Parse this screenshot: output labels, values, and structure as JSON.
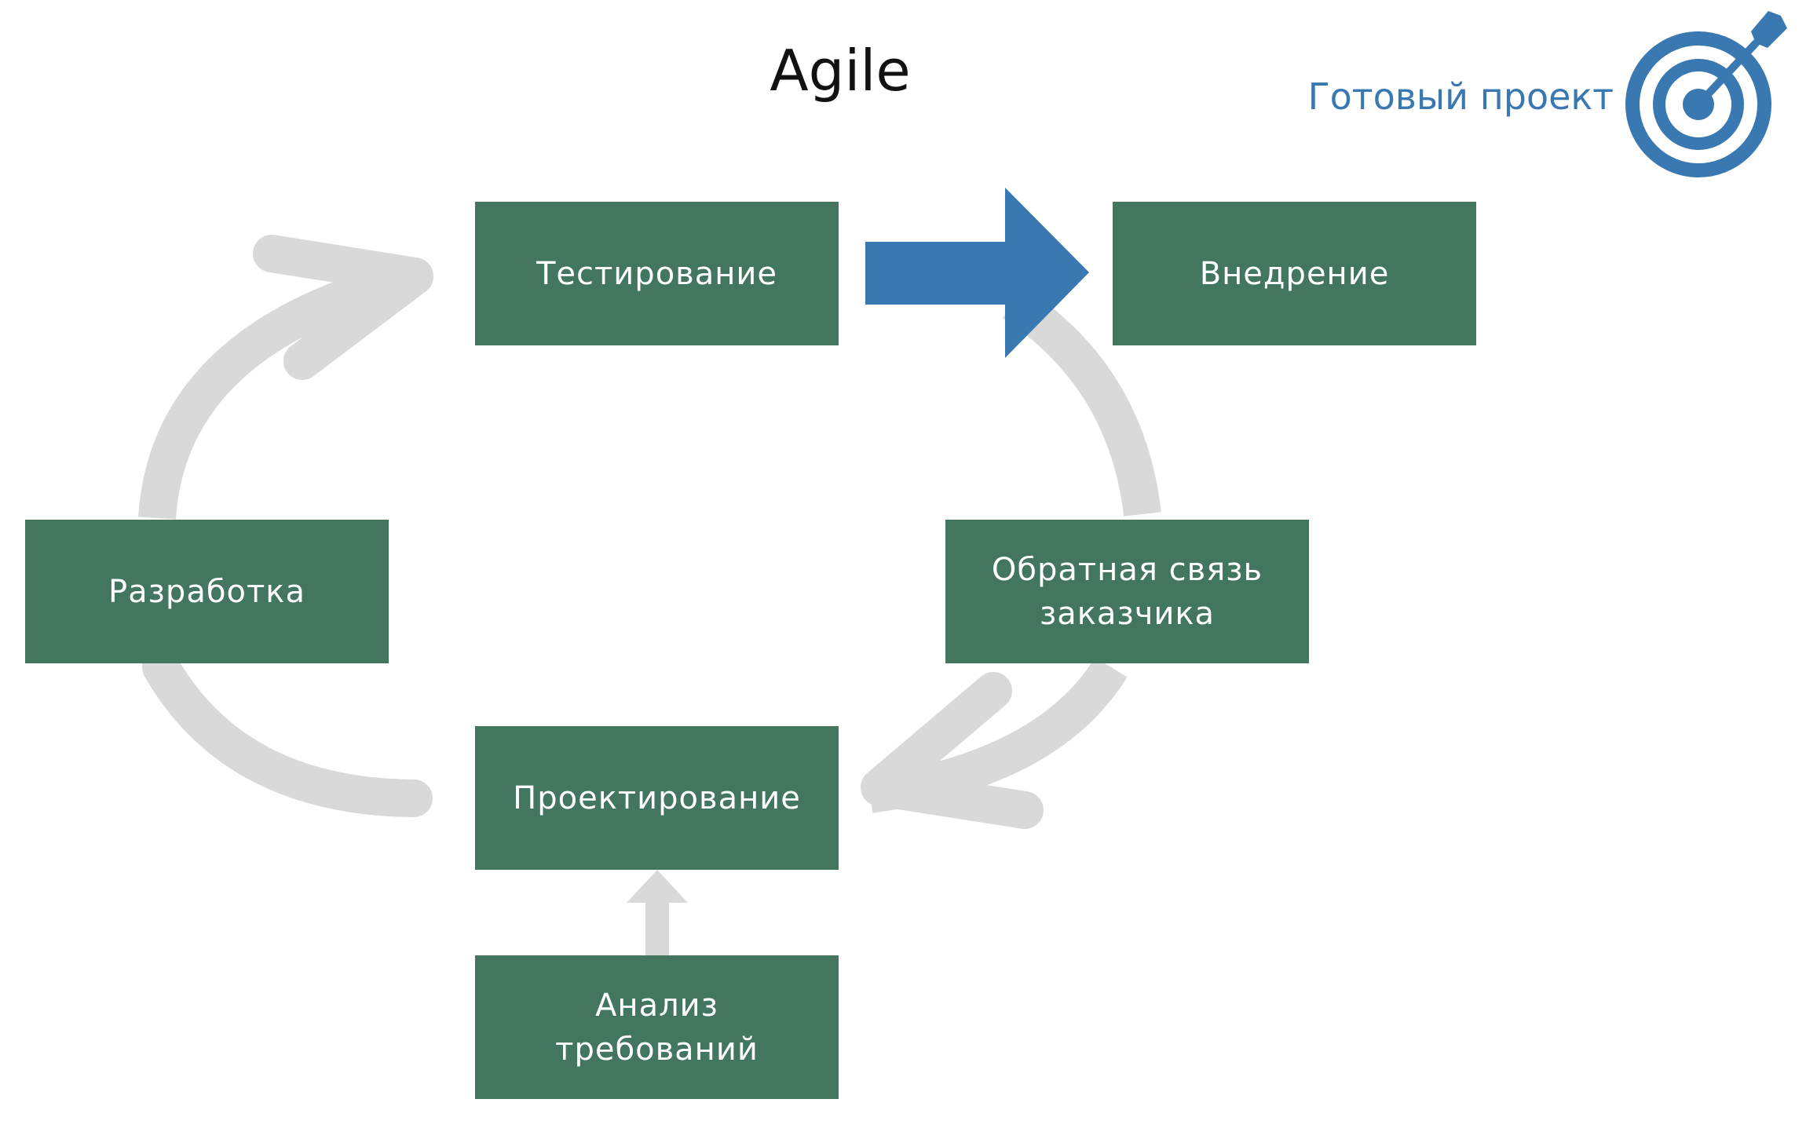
{
  "title": "Agile",
  "goal": {
    "label": "Готовый проект",
    "icon": "target-icon"
  },
  "stages": {
    "testing": "Тестирование",
    "deploy": "Внедрение",
    "development": "Разработка",
    "feedback": "Обратная связь\nзаказчика",
    "design": "Проектирование",
    "analysis": "Анализ\nтребований"
  },
  "colors": {
    "box": "#43765e",
    "box_text": "#ffffff",
    "cycle_arrow": "#d9d9d9",
    "accent": "#3a78b2"
  }
}
